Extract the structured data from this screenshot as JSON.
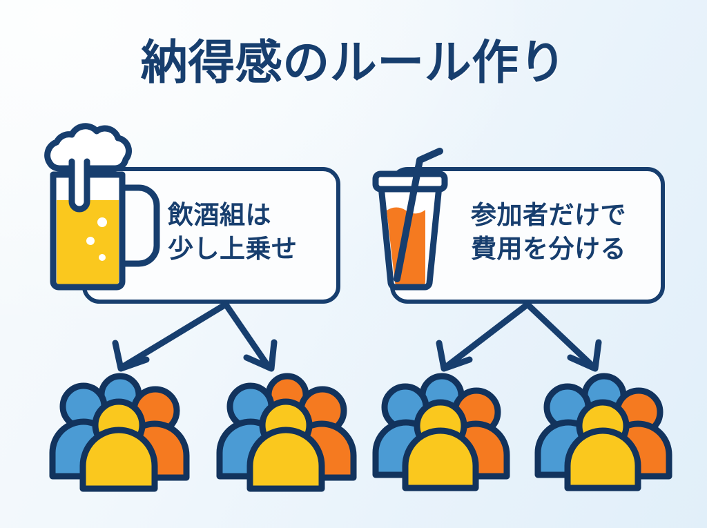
{
  "page": {
    "title": "納得感のルール作り",
    "background_from": "#f7fafc",
    "background_to": "#e1eff9"
  },
  "palette": {
    "navy": "#173e6e",
    "navy_dark": "#12335d",
    "blue": "#4b9bd4",
    "orange": "#f57a20",
    "yellow": "#fac81e",
    "beer": "#fac81e",
    "foam": "#ffffff",
    "card_fill": "#fcfdfe"
  },
  "cards": [
    {
      "id": "card-left",
      "icon": "beer-mug-icon",
      "lines": [
        "飲酒組は",
        "少し上乗せ"
      ]
    },
    {
      "id": "card-right",
      "icon": "soft-drink-cup-icon",
      "lines": [
        "参加者だけで",
        "費用を分ける"
      ]
    }
  ],
  "arrows": [
    {
      "id": "arrow-left-1",
      "from": "card-left",
      "to": "people-group-1"
    },
    {
      "id": "arrow-left-2",
      "from": "card-left",
      "to": "people-group-2"
    },
    {
      "id": "arrow-right-1",
      "from": "card-right",
      "to": "people-group-3"
    },
    {
      "id": "arrow-right-2",
      "from": "card-right",
      "to": "people-group-4"
    }
  ],
  "people_groups": [
    {
      "id": "people-group-1",
      "label": "people-group",
      "back_center_head": "#4b9bd4",
      "left_person": "#4b9bd4",
      "right_person": "#f57a20",
      "front_person": "#fac81e"
    },
    {
      "id": "people-group-2",
      "label": "people-group",
      "back_center_head": "#f57a20",
      "left_person": "#4b9bd4",
      "right_person": "#f57a20",
      "front_person": "#fac81e"
    },
    {
      "id": "people-group-3",
      "label": "people-group",
      "back_center_head": "#4b9bd4",
      "left_person": "#4b9bd4",
      "right_person": "#f57a20",
      "front_person": "#fac81e"
    },
    {
      "id": "people-group-4",
      "label": "people-group",
      "back_center_head": "#4b9bd4",
      "left_person": "#4b9bd4",
      "right_person": "#f57a20",
      "front_person": "#fac81e"
    }
  ]
}
